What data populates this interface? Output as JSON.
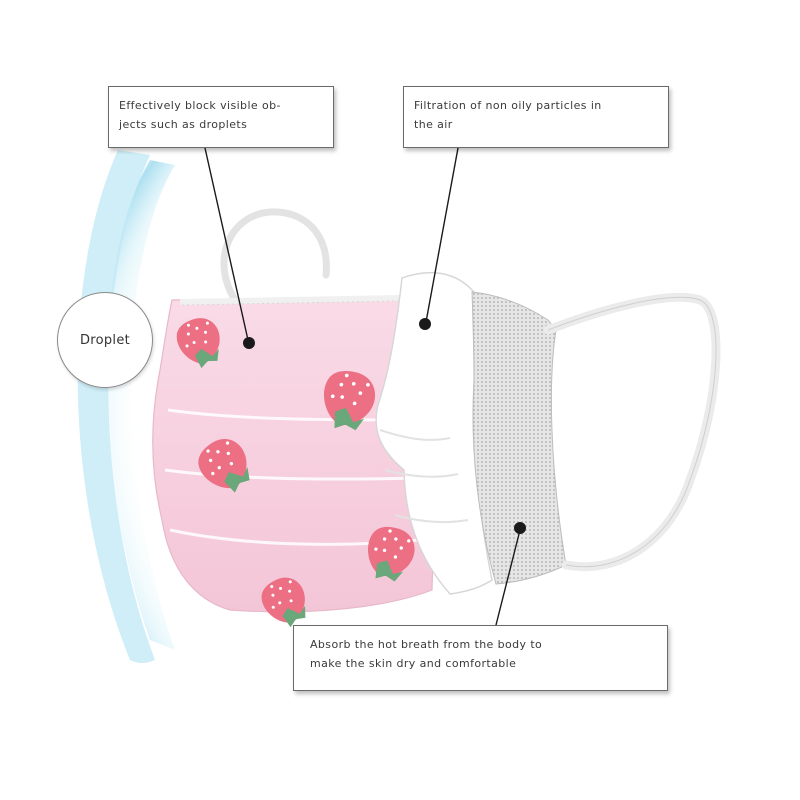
{
  "callouts": {
    "top_left": "Effectively block visible ob-\njects such as droplets",
    "top_right": "Filtration of non oily particles in\nthe air",
    "bottom": "Absorb the hot breath from the body to\nmake the skin dry and comfortable"
  },
  "droplet_label": "Droplet",
  "colors": {
    "outer_layer": "#f7d3e1",
    "inner_layer": "#ffffff",
    "mesh_layer": "#d9d9d9",
    "strawberry": "#ec6f84",
    "leaf": "#6aa77a",
    "droplet_shield": "#a9def0",
    "leader_line": "#1a1a1a"
  },
  "icons": [
    "strawberry-icon",
    "ear-loop",
    "mesh-texture"
  ]
}
